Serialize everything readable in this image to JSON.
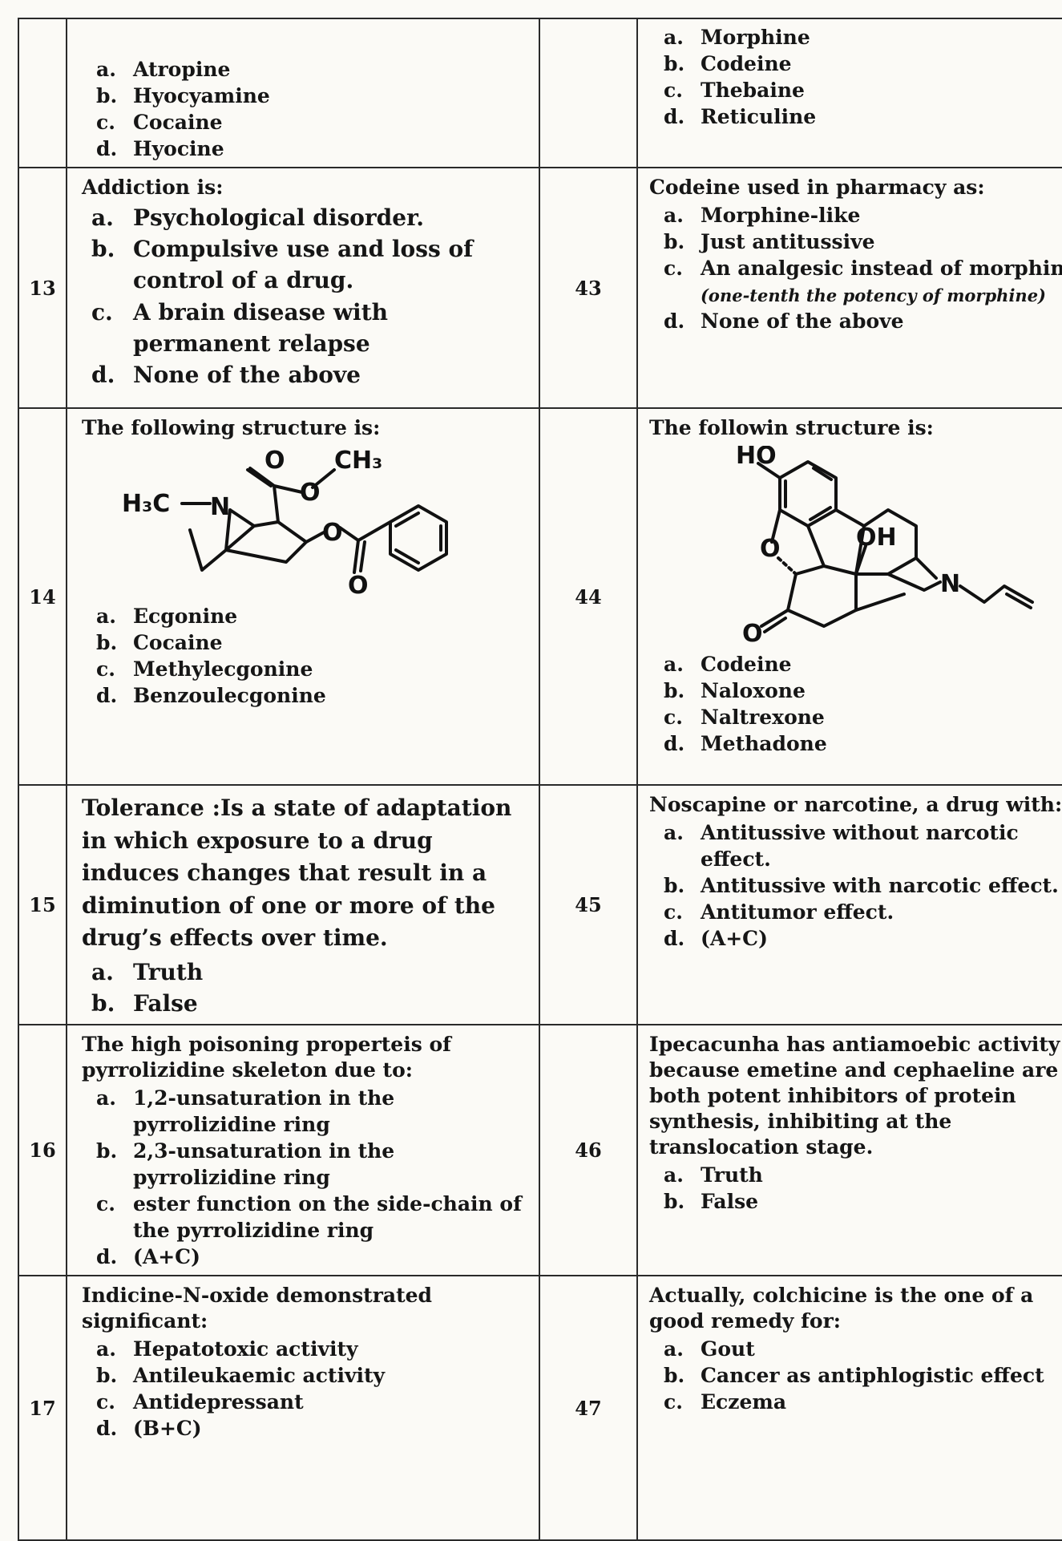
{
  "rows": [
    {
      "left": {
        "num": "",
        "stem": "",
        "options": [
          {
            "letter": "a.",
            "text": "Atropine"
          },
          {
            "letter": "b.",
            "text": "Hyocyamine"
          },
          {
            "letter": "c.",
            "text": "Cocaine"
          },
          {
            "letter": "d.",
            "text": "Hyocine"
          }
        ]
      },
      "right": {
        "num": "",
        "stem": "",
        "options": [
          {
            "letter": "a.",
            "text": "Morphine"
          },
          {
            "letter": "b.",
            "text": "Codeine"
          },
          {
            "letter": "c.",
            "text": "Thebaine"
          },
          {
            "letter": "d.",
            "text": "Reticuline"
          }
        ]
      }
    },
    {
      "left": {
        "num": "13",
        "stem": "Addiction is:",
        "options": [
          {
            "letter": "a.",
            "text": "Psychological disorder."
          },
          {
            "letter": "b.",
            "text": "Compulsive use and loss of control of a drug."
          },
          {
            "letter": "c.",
            "text": "A brain disease with permanent relapse"
          },
          {
            "letter": "d.",
            "text": "None of the above"
          }
        ]
      },
      "right": {
        "num": "43",
        "stem": "Codeine used in pharmacy as:",
        "options": [
          {
            "letter": "a.",
            "text": "Morphine-like"
          },
          {
            "letter": "b.",
            "text": "Just antitussive"
          },
          {
            "letter": "c.",
            "text": "An analgesic instead of morphine",
            "note": "(one-tenth the potency of morphine)"
          },
          {
            "letter": "d.",
            "text": "None of the above"
          }
        ]
      }
    },
    {
      "left": {
        "num": "14",
        "stem": "The following structure is:",
        "atoms": {
          "o1": "O",
          "ch3": "CH₃",
          "o2": "O",
          "o3": "O",
          "h3c": "H₃C",
          "n": "N"
        },
        "options": [
          {
            "letter": "a.",
            "text": "Ecgonine"
          },
          {
            "letter": "b.",
            "text": "Cocaine"
          },
          {
            "letter": "c.",
            "text": "Methylecgonine"
          },
          {
            "letter": "d.",
            "text": "Benzoulecgonine"
          }
        ]
      },
      "right": {
        "num": "44",
        "stem": "The followin structure is:",
        "atoms": {
          "ho": "HO",
          "oh": "OH",
          "o_ring": "O",
          "o_keto": "O",
          "n": "N"
        },
        "options": [
          {
            "letter": "a.",
            "text": "Codeine"
          },
          {
            "letter": "b.",
            "text": "Naloxone"
          },
          {
            "letter": "c.",
            "text": "Naltrexone"
          },
          {
            "letter": "d.",
            "text": "Methadone"
          }
        ]
      }
    },
    {
      "left": {
        "num": "15",
        "stem": "Tolerance :Is a state of adaptation in which exposure to a drug induces changes that result in a diminution of one or more of the drug’s effects over time.",
        "options": [
          {
            "letter": "a.",
            "text": "Truth"
          },
          {
            "letter": "b.",
            "text": "False"
          }
        ]
      },
      "right": {
        "num": "45",
        "stem": "Noscapine or narcotine, a drug with:",
        "options": [
          {
            "letter": "a.",
            "text": "Antitussive without narcotic effect."
          },
          {
            "letter": "b.",
            "text": "Antitussive with narcotic effect."
          },
          {
            "letter": "c.",
            "text": "Antitumor effect."
          },
          {
            "letter": "d.",
            "text": "(A+C)"
          }
        ]
      }
    },
    {
      "left": {
        "num": "16",
        "stem": "The high poisoning properteis of pyrrolizidine skeleton due to:",
        "options": [
          {
            "letter": "a.",
            "text": "1,2-unsaturation in the pyrrolizidine ring"
          },
          {
            "letter": "b.",
            "text": "2,3-unsaturation in the pyrrolizidine ring"
          },
          {
            "letter": "c.",
            "text": "ester function on the side-chain of the pyrrolizidine ring"
          },
          {
            "letter": "d.",
            "text": "(A+C)"
          }
        ]
      },
      "right": {
        "num": "46",
        "stem": "Ipecacunha has antiamoebic activity because emetine and cephaeline are both potent inhibitors of protein synthesis, inhibiting at the translocation stage.",
        "options": [
          {
            "letter": "a.",
            "text": "Truth"
          },
          {
            "letter": "b.",
            "text": "False"
          }
        ]
      }
    },
    {
      "left": {
        "num": "17",
        "stem": "Indicine-N-oxide demonstrated significant:",
        "options": [
          {
            "letter": "a.",
            "text": "Hepatotoxic activity"
          },
          {
            "letter": "b.",
            "text": "Antileukaemic activity"
          },
          {
            "letter": "c.",
            "text": "Antidepressant"
          },
          {
            "letter": "d.",
            "text": "(B+C)"
          }
        ]
      },
      "right": {
        "num": "47",
        "stem": "Actually, colchicine is the one of a good remedy for:",
        "options": [
          {
            "letter": "a.",
            "text": "Gout"
          },
          {
            "letter": "b.",
            "text": "Cancer as antiphlogistic effect"
          },
          {
            "letter": "c.",
            "text": "Eczema"
          }
        ]
      }
    }
  ]
}
